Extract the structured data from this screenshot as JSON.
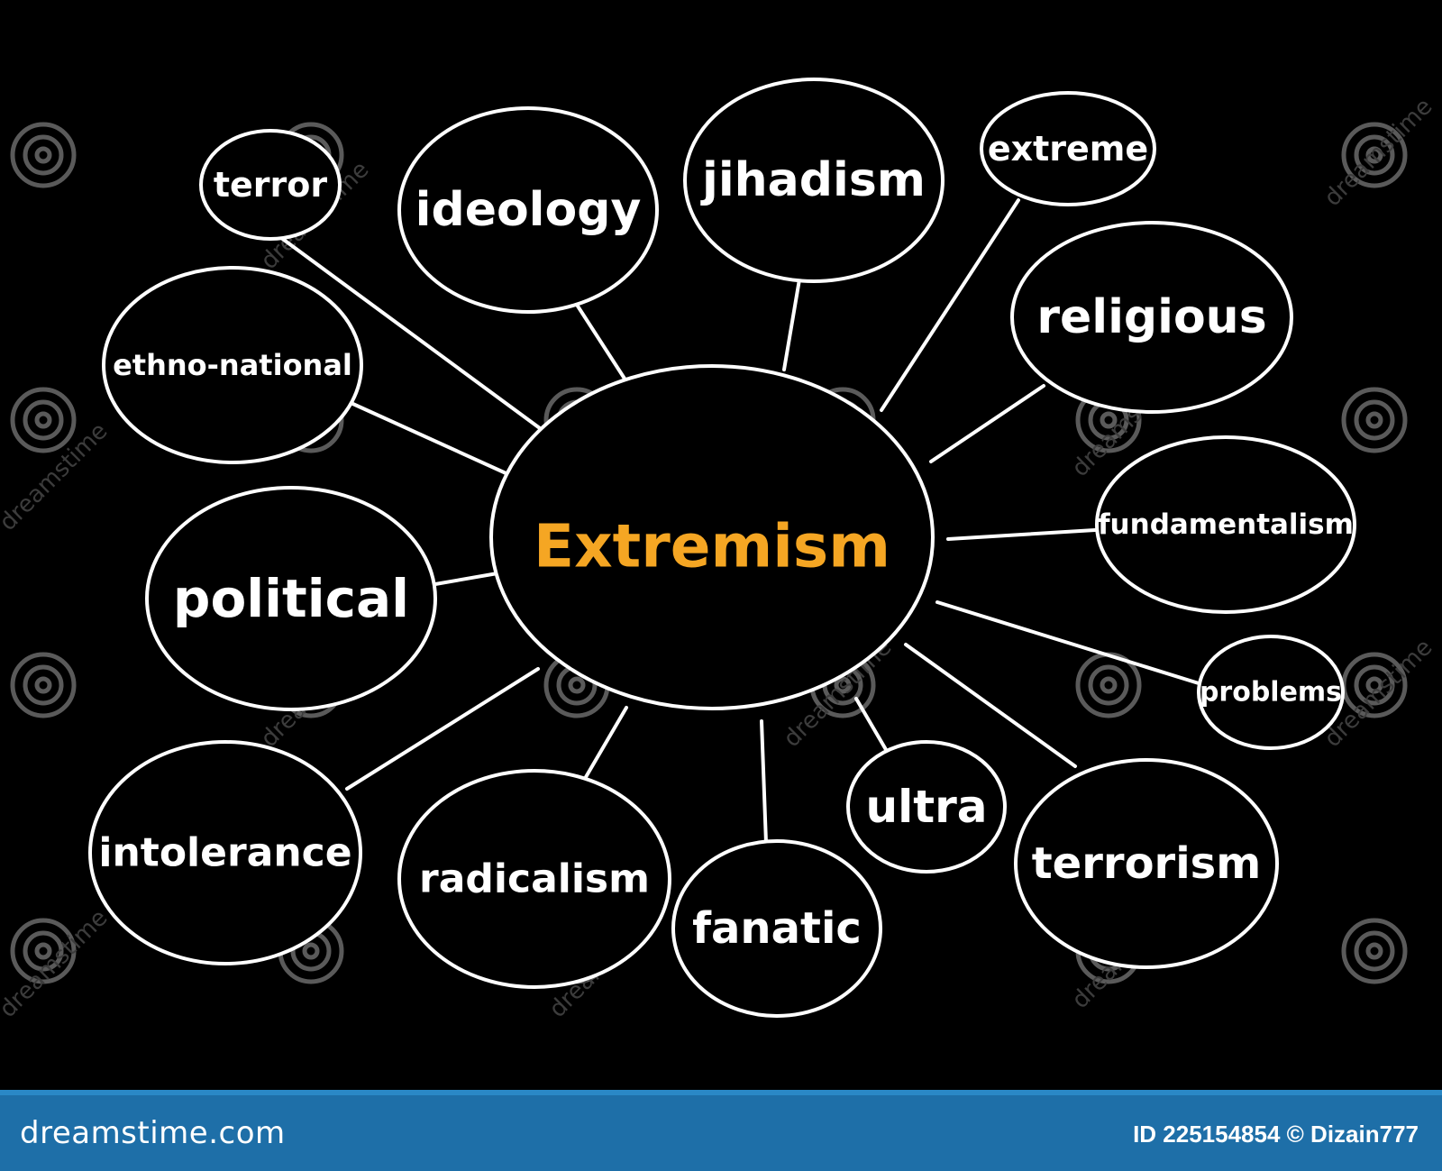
{
  "diagram": {
    "center": {
      "label": "Extremism",
      "color": "#f5a623"
    },
    "nodes": [
      {
        "id": "terror",
        "label": "terror"
      },
      {
        "id": "ideology",
        "label": "ideology"
      },
      {
        "id": "jihadism",
        "label": "jihadism"
      },
      {
        "id": "extreme",
        "label": "extreme"
      },
      {
        "id": "religious",
        "label": "religious"
      },
      {
        "id": "ethno-national",
        "label": "ethno-national"
      },
      {
        "id": "fundamentalism",
        "label": "fundamentalism"
      },
      {
        "id": "political",
        "label": "political"
      },
      {
        "id": "problems",
        "label": "problems"
      },
      {
        "id": "intolerance",
        "label": "intolerance"
      },
      {
        "id": "radicalism",
        "label": "radicalism"
      },
      {
        "id": "fanatic",
        "label": "fanatic"
      },
      {
        "id": "ultra",
        "label": "ultra"
      },
      {
        "id": "terrorism",
        "label": "terrorism"
      }
    ],
    "watermark": "dreamstime"
  },
  "footer": {
    "brand": "dreamstime.com",
    "image_id": "ID 225154854 © Dizain777",
    "background": "#1e6fa8"
  }
}
